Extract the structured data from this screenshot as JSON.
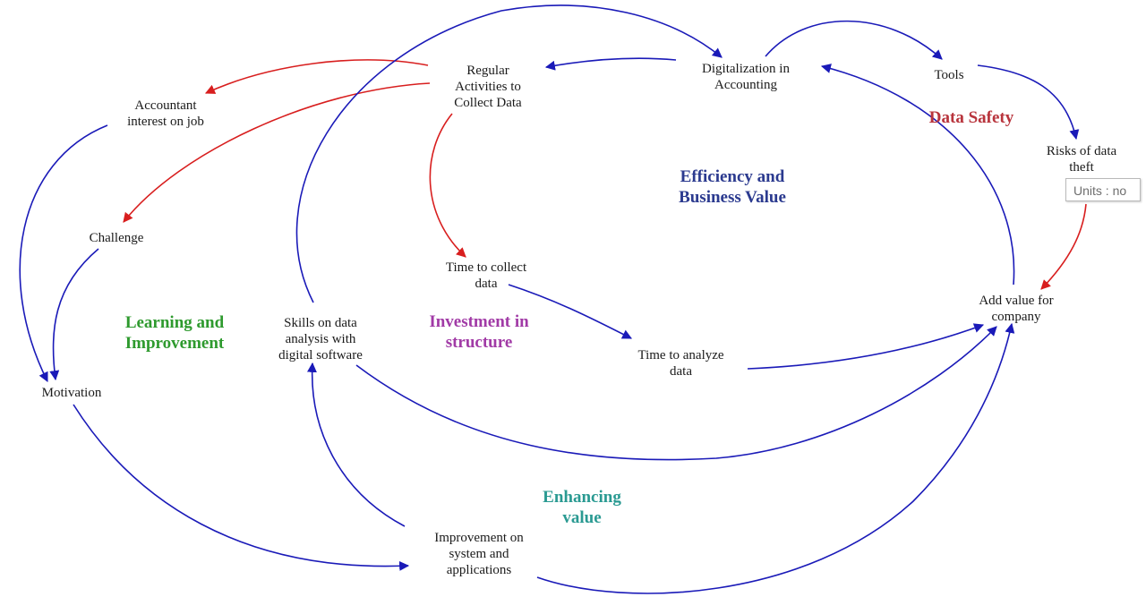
{
  "colors": {
    "positive": "#1a1ab8",
    "negative": "#d81e1e"
  },
  "nodes": {
    "regular_activities": [
      "Regular",
      "Activities to",
      "Collect Data"
    ],
    "digitalization": [
      "Digitalization in",
      "Accounting"
    ],
    "tools": [
      "Tools"
    ],
    "accountant_interest": [
      "Accountant",
      "interest on job"
    ],
    "risks": [
      "Risks of data",
      "theft"
    ],
    "challenge": [
      "Challenge"
    ],
    "time_collect": [
      "Time to collect",
      "data"
    ],
    "add_value": [
      "Add value for",
      "company"
    ],
    "skills": [
      "Skills on data",
      "analysis with",
      "digital software"
    ],
    "time_analyze": [
      "Time to analyze",
      "data"
    ],
    "motivation": [
      "Motivation"
    ],
    "improvement": [
      "Improvement on",
      "system and",
      "applications"
    ]
  },
  "loops": {
    "data_safety": {
      "lines": [
        "Data Safety"
      ],
      "color": "#b8343c"
    },
    "efficiency": {
      "lines": [
        "Efficiency and",
        "Business Value"
      ],
      "color": "#2b3a8f"
    },
    "learning": {
      "lines": [
        "Learning and",
        "Improvement"
      ],
      "color": "#2e9a2e"
    },
    "investment": {
      "lines": [
        "Investment in",
        "structure"
      ],
      "color": "#a13aa6"
    },
    "enhancing": {
      "lines": [
        "Enhancing",
        "value"
      ],
      "color": "#2a9a92"
    }
  },
  "tooltip": {
    "text": "Units : no"
  }
}
